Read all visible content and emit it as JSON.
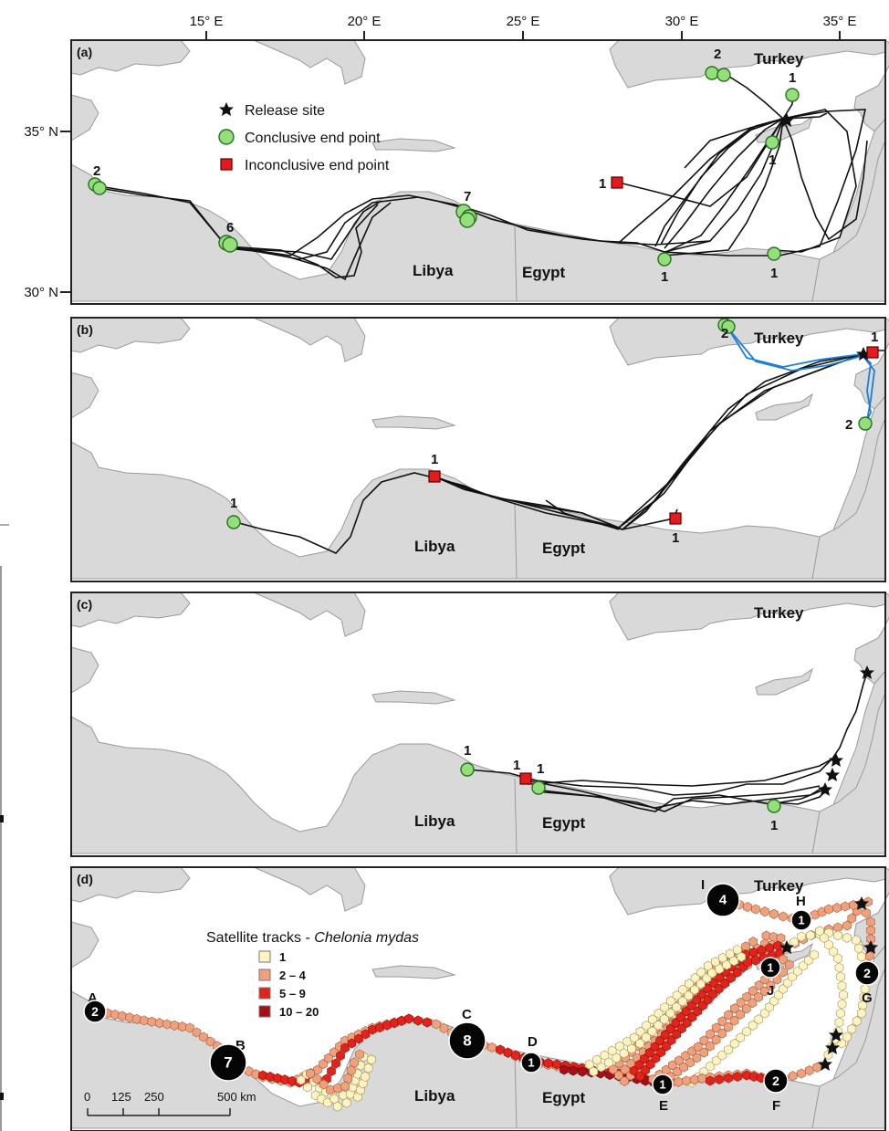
{
  "axes": {
    "lon_ticks": [
      "15° E",
      "20° E",
      "25° E",
      "30° E",
      "35° E"
    ],
    "lat_ticks": [
      "35° N",
      "30° N"
    ]
  },
  "countries": {
    "turkey": "Turkey",
    "libya": "Libya",
    "egypt": "Egypt"
  },
  "panels": {
    "a": {
      "label": "(a)",
      "legend": {
        "release": "Release site",
        "conclusive": "Conclusive end point",
        "inconclusive": "Inconclusive end point"
      },
      "counts": [
        "2",
        "1",
        "1",
        "2",
        "6",
        "7",
        "1",
        "1",
        "1"
      ]
    },
    "b": {
      "label": "(b)",
      "counts": [
        "2",
        "1",
        "2",
        "1",
        "1",
        "1"
      ]
    },
    "c": {
      "label": "(c)",
      "counts": [
        "1",
        "1",
        "1",
        "1"
      ]
    },
    "d": {
      "label": "(d)",
      "legend_title_prefix": "Satellite tracks - ",
      "legend_title_species": "Chelonia mydas",
      "legend_classes": [
        {
          "label": "1",
          "color": "#fff4c0"
        },
        {
          "label": "2 – 4",
          "color": "#f0a07a"
        },
        {
          "label": "5 – 9",
          "color": "#e2231a"
        },
        {
          "label": "10 – 20",
          "color": "#a50f15"
        }
      ],
      "sites": [
        "A",
        "B",
        "C",
        "D",
        "E",
        "F",
        "G",
        "H",
        "I",
        "J"
      ],
      "site_counts": {
        "A": "2",
        "B": "7",
        "C": "8",
        "D": "1",
        "E": "1",
        "F": "2",
        "G": "2",
        "H": "1",
        "I": "4",
        "J": "1"
      },
      "scalebar": [
        "0",
        "125",
        "250",
        "500 km"
      ]
    }
  },
  "colors": {
    "land": "#d9d9d9",
    "conclusive": "#93e07a",
    "inconclusive": "#e41a1c",
    "blue_track": "#1a7fd6"
  }
}
